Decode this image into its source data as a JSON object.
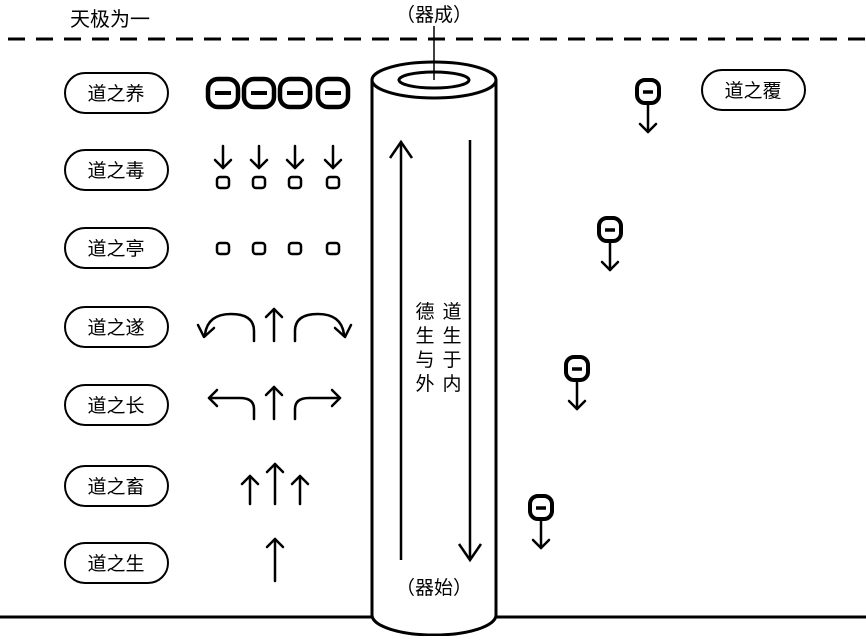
{
  "header": {
    "left_title": "天极为一",
    "top_label": "（器成）",
    "bottom_label": "（器始）"
  },
  "stages": [
    {
      "label": "道之养",
      "glyph": "filled-rings"
    },
    {
      "label": "道之毒",
      "glyph": "arrows-down-to-rings"
    },
    {
      "label": "道之亭",
      "glyph": "small-rings"
    },
    {
      "label": "道之遂",
      "glyph": "arcs-curling-down"
    },
    {
      "label": "道之长",
      "glyph": "arcs-branching"
    },
    {
      "label": "道之畜",
      "glyph": "triple-up-arrows"
    },
    {
      "label": "道之生",
      "glyph": "single-up-arrow"
    }
  ],
  "right_label": "道之覆",
  "cylinder_text": {
    "inner": "道生于内",
    "outer": "德生与外"
  }
}
